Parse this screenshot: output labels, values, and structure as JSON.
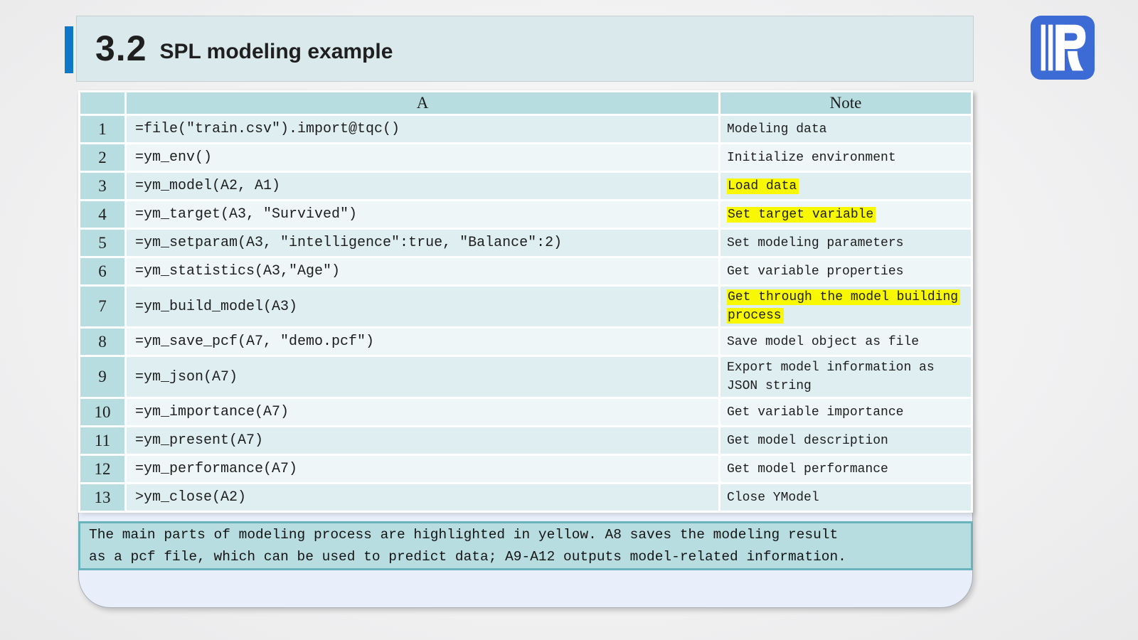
{
  "slide": {
    "section_number": "3.2",
    "title": "SPL modeling example"
  },
  "logo": {
    "name": "raqsoft-logo",
    "brand_blue": "#3c6bd5"
  },
  "table": {
    "headers": {
      "index": "",
      "a": "A",
      "note": "Note"
    },
    "rows": [
      {
        "num": "1",
        "code": "=file(\"train.csv\").import@tqc()",
        "note": "Modeling data",
        "highlight": false
      },
      {
        "num": "2",
        "code": "=ym_env()",
        "note": "Initialize environment",
        "highlight": false
      },
      {
        "num": "3",
        "code": "=ym_model(A2, A1)",
        "note": "Load data",
        "highlight": true
      },
      {
        "num": "4",
        "code": "=ym_target(A3, \"Survived\")",
        "note": "Set target variable",
        "highlight": true
      },
      {
        "num": "5",
        "code": "=ym_setparam(A3, \"intelligence\":true, \"Balance\":2)",
        "note": "Set modeling parameters",
        "highlight": false
      },
      {
        "num": "6",
        "code": "=ym_statistics(A3,\"Age\")",
        "note": "Get variable properties",
        "highlight": false
      },
      {
        "num": "7",
        "code": "=ym_build_model(A3)",
        "note": "Get through the model building\nprocess",
        "highlight": true
      },
      {
        "num": "8",
        "code": "=ym_save_pcf(A7, \"demo.pcf\")",
        "note": "Save model object as file",
        "highlight": false
      },
      {
        "num": "9",
        "code": "=ym_json(A7)",
        "note": "Export model information as\nJSON string",
        "highlight": false
      },
      {
        "num": "10",
        "code": "=ym_importance(A7)",
        "note": "Get variable importance",
        "highlight": false
      },
      {
        "num": "11",
        "code": "=ym_present(A7)",
        "note": "Get model description",
        "highlight": false
      },
      {
        "num": "12",
        "code": "=ym_performance(A7)",
        "note": "Get model performance",
        "highlight": false
      },
      {
        "num": "13",
        "code": ">ym_close(A2)",
        "note": "Close YModel",
        "highlight": false
      }
    ]
  },
  "callout": {
    "text": "The main parts of modeling process are highlighted in yellow. A8 saves the modeling result\nas a pcf file, which can be used to predict data; A9-A12 outputs model-related information."
  },
  "colors": {
    "accent_bar": "#0d78c5",
    "title_bg": "#d9e9ec",
    "table_header_bg": "#b8dde1",
    "row_odd_bg": "#dfeef1",
    "row_even_bg": "#eff6f8",
    "highlight_yellow": "#f8f800",
    "panel_bg": "#e8eefa",
    "callout_border": "#68b3bc",
    "callout_bg": "#b8dde1",
    "logo_blue": "#3c6bd5"
  }
}
